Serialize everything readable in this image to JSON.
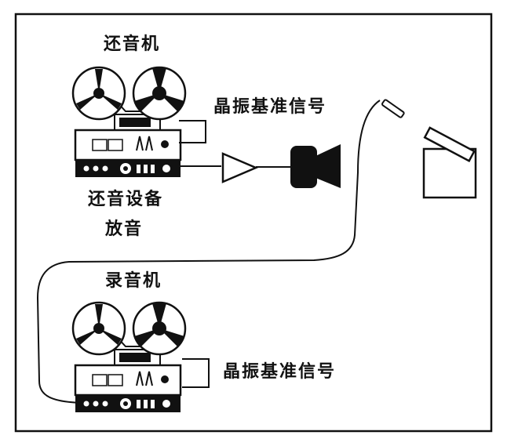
{
  "labels": {
    "playback_machine": "还音机",
    "crystal_ref_top": "晶振基准信号",
    "playback_device": "还音设备",
    "playback": "放音",
    "recorder": "录音机",
    "crystal_ref_bottom": "晶振基准信号"
  },
  "icons": {
    "machine": "reel-to-reel-tape-recorder-icon",
    "amplifier": "amplifier-triangle-icon",
    "speaker": "loudspeaker-icon",
    "microphone": "microphone-icon",
    "clapperboard": "clapperboard-icon"
  },
  "colors": {
    "ink": "#111111",
    "background": "#ffffff"
  }
}
